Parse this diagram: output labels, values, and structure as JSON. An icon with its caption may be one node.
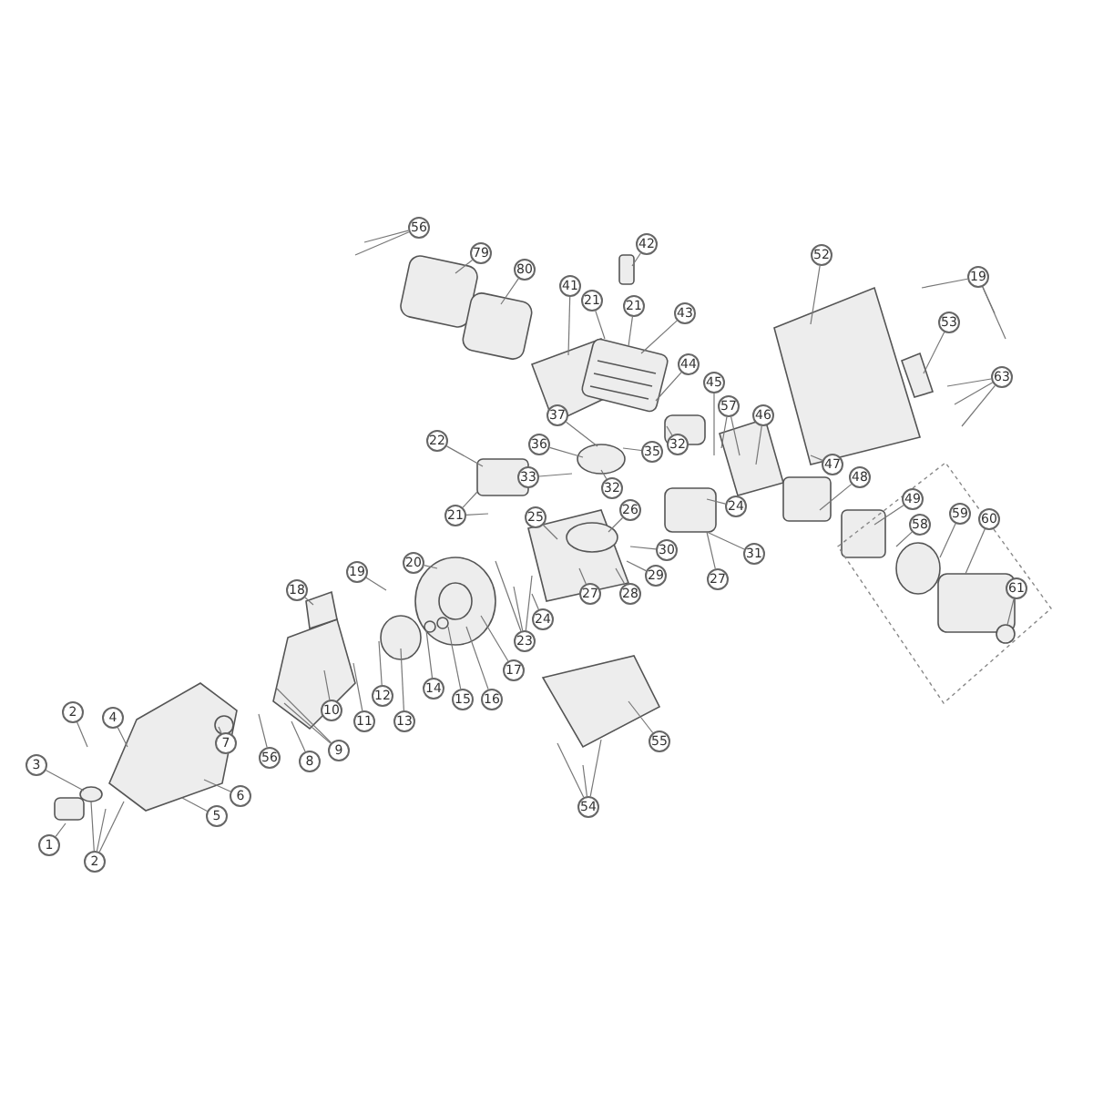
{
  "diagram": {
    "nodes": [
      {
        "text": [
          "56"
        ]
      },
      {
        "text": [
          "79"
        ]
      },
      {
        "text": [
          "80"
        ]
      },
      {
        "text": [
          "41"
        ]
      },
      {
        "text": [
          "42"
        ]
      },
      {
        "text": [
          "21"
        ]
      },
      {
        "text": [
          "21"
        ]
      },
      {
        "text": [
          "43"
        ]
      },
      {
        "text": [
          "44"
        ]
      },
      {
        "text": [
          "45"
        ]
      },
      {
        "text": [
          "52"
        ]
      },
      {
        "text": [
          "19"
        ]
      },
      {
        "text": [
          "53"
        ]
      },
      {
        "text": [
          "63"
        ]
      },
      {
        "text": [
          "57"
        ]
      },
      {
        "text": [
          "46"
        ]
      },
      {
        "text": [
          "47"
        ]
      },
      {
        "text": [
          "48"
        ]
      },
      {
        "text": [
          "49"
        ]
      },
      {
        "text": [
          "58"
        ]
      },
      {
        "text": [
          "59"
        ]
      },
      {
        "text": [
          "60"
        ]
      },
      {
        "text": [
          "61"
        ]
      },
      {
        "text": [
          "37"
        ]
      },
      {
        "text": [
          "22"
        ]
      },
      {
        "text": [
          "36"
        ]
      },
      {
        "text": [
          "33"
        ]
      },
      {
        "text": [
          "35"
        ]
      },
      {
        "text": [
          "32"
        ]
      },
      {
        "text": [
          "21"
        ]
      },
      {
        "text": [
          "32"
        ]
      },
      {
        "text": [
          "25"
        ]
      },
      {
        "text": [
          "26"
        ]
      },
      {
        "text": [
          "24"
        ]
      },
      {
        "text": [
          "31"
        ]
      },
      {
        "text": [
          "30"
        ]
      },
      {
        "text": [
          "29"
        ]
      },
      {
        "text": [
          "28"
        ]
      },
      {
        "text": [
          "27"
        ]
      },
      {
        "text": [
          "27"
        ]
      },
      {
        "text": [
          "20"
        ]
      },
      {
        "text": [
          "19"
        ]
      },
      {
        "text": [
          "18"
        ]
      },
      {
        "text": [
          "24"
        ]
      },
      {
        "text": [
          "23"
        ]
      },
      {
        "text": [
          "17"
        ]
      },
      {
        "text": [
          "16"
        ]
      },
      {
        "text": [
          "15"
        ]
      },
      {
        "text": [
          "14"
        ]
      },
      {
        "text": [
          "12"
        ]
      },
      {
        "text": [
          "13"
        ]
      },
      {
        "text": [
          "11"
        ]
      },
      {
        "text": [
          "10"
        ]
      },
      {
        "text": [
          "9"
        ]
      },
      {
        "text": [
          "8"
        ]
      },
      {
        "text": [
          "56"
        ]
      },
      {
        "text": [
          "7"
        ]
      },
      {
        "text": [
          "6"
        ]
      },
      {
        "text": [
          "5"
        ]
      },
      {
        "text": [
          "4"
        ]
      },
      {
        "text": [
          "2"
        ]
      },
      {
        "text": [
          "3"
        ]
      },
      {
        "text": [
          "1"
        ]
      },
      {
        "text": [
          "2"
        ]
      },
      {
        "text": [
          "55"
        ]
      },
      {
        "text": [
          "54"
        ]
      }
    ],
    "edges": [
      {
        "from": 0,
        "to": null,
        "arrow": "none"
      },
      {
        "from": 0,
        "to": null,
        "arrow": "none"
      },
      {
        "from": 1,
        "to": null,
        "arrow": "none"
      },
      {
        "from": 2,
        "to": null,
        "arrow": "none"
      },
      {
        "from": 3,
        "to": null,
        "arrow": "none"
      },
      {
        "from": 4,
        "to": null,
        "arrow": "none"
      },
      {
        "from": 5,
        "to": null,
        "arrow": "none"
      },
      {
        "from": 6,
        "to": null,
        "arrow": "none"
      },
      {
        "from": 7,
        "to": null,
        "arrow": "none"
      },
      {
        "from": 8,
        "to": null,
        "arrow": "none"
      },
      {
        "from": 9,
        "to": null,
        "arrow": "none"
      },
      {
        "from": 10,
        "to": null,
        "arrow": "none"
      },
      {
        "from": 11,
        "to": null,
        "arrow": "none"
      },
      {
        "from": 11,
        "to": null,
        "arrow": "none"
      },
      {
        "from": 11,
        "to": null,
        "arrow": "none"
      },
      {
        "from": 12,
        "to": null,
        "arrow": "none"
      },
      {
        "from": 13,
        "to": null,
        "arrow": "none"
      },
      {
        "from": 13,
        "to": null,
        "arrow": "none"
      },
      {
        "from": 13,
        "to": null,
        "arrow": "none"
      },
      {
        "from": 14,
        "to": null,
        "arrow": "none"
      },
      {
        "from": 14,
        "to": null,
        "arrow": "none"
      },
      {
        "from": 15,
        "to": null,
        "arrow": "none"
      },
      {
        "from": 16,
        "to": null,
        "arrow": "none"
      },
      {
        "from": 17,
        "to": null,
        "arrow": "none"
      },
      {
        "from": 18,
        "to": null,
        "arrow": "none"
      },
      {
        "from": 19,
        "to": null,
        "arrow": "none"
      },
      {
        "from": 20,
        "to": null,
        "arrow": "none"
      },
      {
        "from": 21,
        "to": null,
        "arrow": "none"
      },
      {
        "from": 22,
        "to": null,
        "arrow": "none"
      },
      {
        "from": 23,
        "to": null,
        "arrow": "none"
      },
      {
        "from": 24,
        "to": null,
        "arrow": "none"
      },
      {
        "from": 25,
        "to": null,
        "arrow": "none"
      },
      {
        "from": 26,
        "to": null,
        "arrow": "none"
      },
      {
        "from": 27,
        "to": null,
        "arrow": "none"
      },
      {
        "from": 28,
        "to": null,
        "arrow": "none"
      },
      {
        "from": 29,
        "to": null,
        "arrow": "none"
      },
      {
        "from": 29,
        "to": null,
        "arrow": "none"
      },
      {
        "from": 30,
        "to": null,
        "arrow": "none"
      },
      {
        "from": 31,
        "to": null,
        "arrow": "none"
      },
      {
        "from": 32,
        "to": null,
        "arrow": "none"
      },
      {
        "from": 33,
        "to": null,
        "arrow": "none"
      },
      {
        "from": 34,
        "to": null,
        "arrow": "none"
      },
      {
        "from": 35,
        "to": null,
        "arrow": "none"
      },
      {
        "from": 36,
        "to": null,
        "arrow": "none"
      },
      {
        "from": 37,
        "to": null,
        "arrow": "none"
      },
      {
        "from": 38,
        "to": null,
        "arrow": "none"
      },
      {
        "from": 39,
        "to": null,
        "arrow": "none"
      },
      {
        "from": 40,
        "to": null,
        "arrow": "none"
      },
      {
        "from": 41,
        "to": null,
        "arrow": "none"
      },
      {
        "from": 42,
        "to": null,
        "arrow": "none"
      },
      {
        "from": 43,
        "to": null,
        "arrow": "none"
      },
      {
        "from": 44,
        "to": null,
        "arrow": "none"
      },
      {
        "from": 44,
        "to": null,
        "arrow": "none"
      },
      {
        "from": 44,
        "to": null,
        "arrow": "none"
      },
      {
        "from": 45,
        "to": null,
        "arrow": "none"
      },
      {
        "from": 46,
        "to": null,
        "arrow": "none"
      },
      {
        "from": 47,
        "to": null,
        "arrow": "none"
      },
      {
        "from": 48,
        "to": null,
        "arrow": "none"
      },
      {
        "from": 49,
        "to": null,
        "arrow": "none"
      },
      {
        "from": 50,
        "to": null,
        "arrow": "none"
      },
      {
        "from": 51,
        "to": null,
        "arrow": "none"
      },
      {
        "from": 52,
        "to": null,
        "arrow": "none"
      },
      {
        "from": 53,
        "to": null,
        "arrow": "none"
      },
      {
        "from": 53,
        "to": null,
        "arrow": "none"
      },
      {
        "from": 54,
        "to": null,
        "arrow": "none"
      },
      {
        "from": 55,
        "to": null,
        "arrow": "none"
      },
      {
        "from": 56,
        "to": null,
        "arrow": "none"
      },
      {
        "from": 57,
        "to": null,
        "arrow": "none"
      },
      {
        "from": 58,
        "to": null,
        "arrow": "none"
      },
      {
        "from": 59,
        "to": null,
        "arrow": "none"
      },
      {
        "from": 60,
        "to": null,
        "arrow": "none"
      },
      {
        "from": 61,
        "to": null,
        "arrow": "none"
      },
      {
        "from": 62,
        "to": null,
        "arrow": "none"
      },
      {
        "from": 63,
        "to": null,
        "arrow": "none"
      },
      {
        "from": 63,
        "to": null,
        "arrow": "none"
      },
      {
        "from": 63,
        "to": null,
        "arrow": "none"
      },
      {
        "from": 64,
        "to": null,
        "arrow": "none"
      },
      {
        "from": 65,
        "to": null,
        "arrow": "none"
      },
      {
        "from": 65,
        "to": null,
        "arrow": "none"
      },
      {
        "from": 65,
        "to": null,
        "arrow": "none"
      }
    ]
  }
}
